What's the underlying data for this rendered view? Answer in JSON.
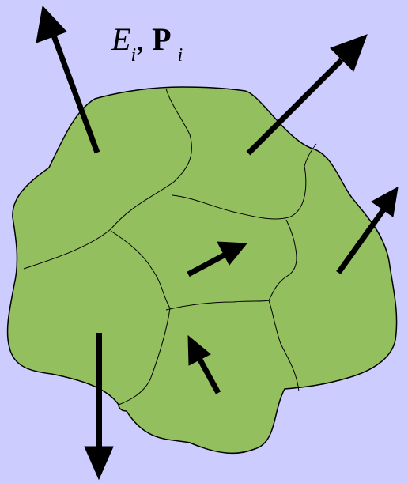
{
  "label": {
    "energy_symbol": "E",
    "energy_subscript": "i",
    "separator": ",",
    "momentum_symbol": "P",
    "momentum_subscript": "i"
  },
  "colors": {
    "background": "#ccccff",
    "fragment_fill": "#93bf5e",
    "outline": "#000000",
    "arrow": "#000000"
  }
}
